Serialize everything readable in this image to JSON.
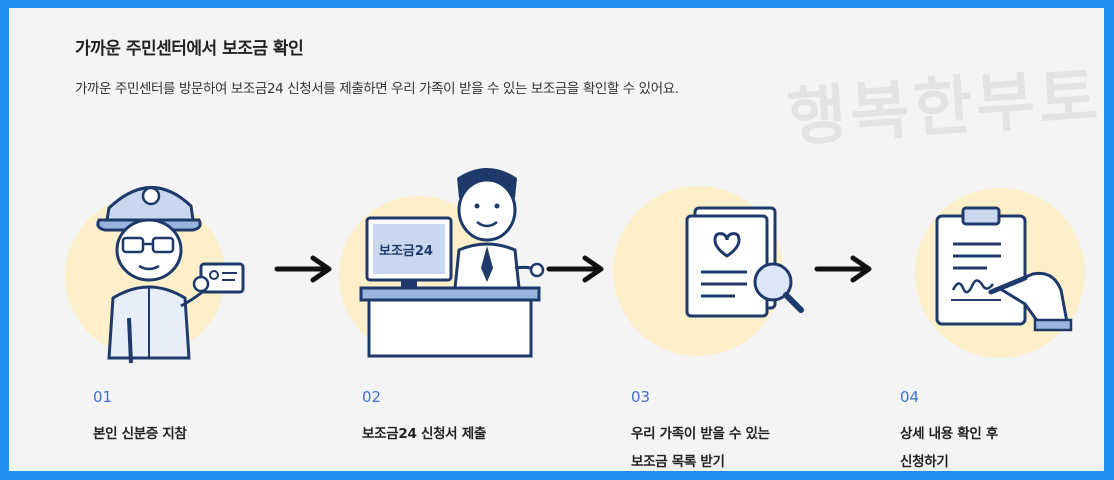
{
  "title": "가까운 주민센터에서 보조금 확인",
  "subtitle": "가까운 주민센터를 방문하여 보조금24 신청서를 제출하면 우리 가족이 받을 수 있는 보조금을 확인할 수 있어요.",
  "watermark": "행복한부토",
  "monitor_text": "보조금24",
  "steps": [
    {
      "num": "01",
      "line1": "본인 신분증 지참",
      "line2": "",
      "icon": "elderly-man-with-id-card"
    },
    {
      "num": "02",
      "line1": "보조금24 신청서 제출",
      "line2": "",
      "icon": "clerk-at-desk"
    },
    {
      "num": "03",
      "line1": "우리 가족이 받을 수 있는",
      "line2": "보조금 목록 받기",
      "icon": "document-magnifier"
    },
    {
      "num": "04",
      "line1": "상세 내용 확인 후",
      "line2": "신청하기",
      "icon": "clipboard-signature"
    }
  ],
  "colors": {
    "frame": "#1f8ff0",
    "circle": "#fcefc9",
    "accent": "#3f6fd6",
    "navy": "#1e3a6b"
  }
}
